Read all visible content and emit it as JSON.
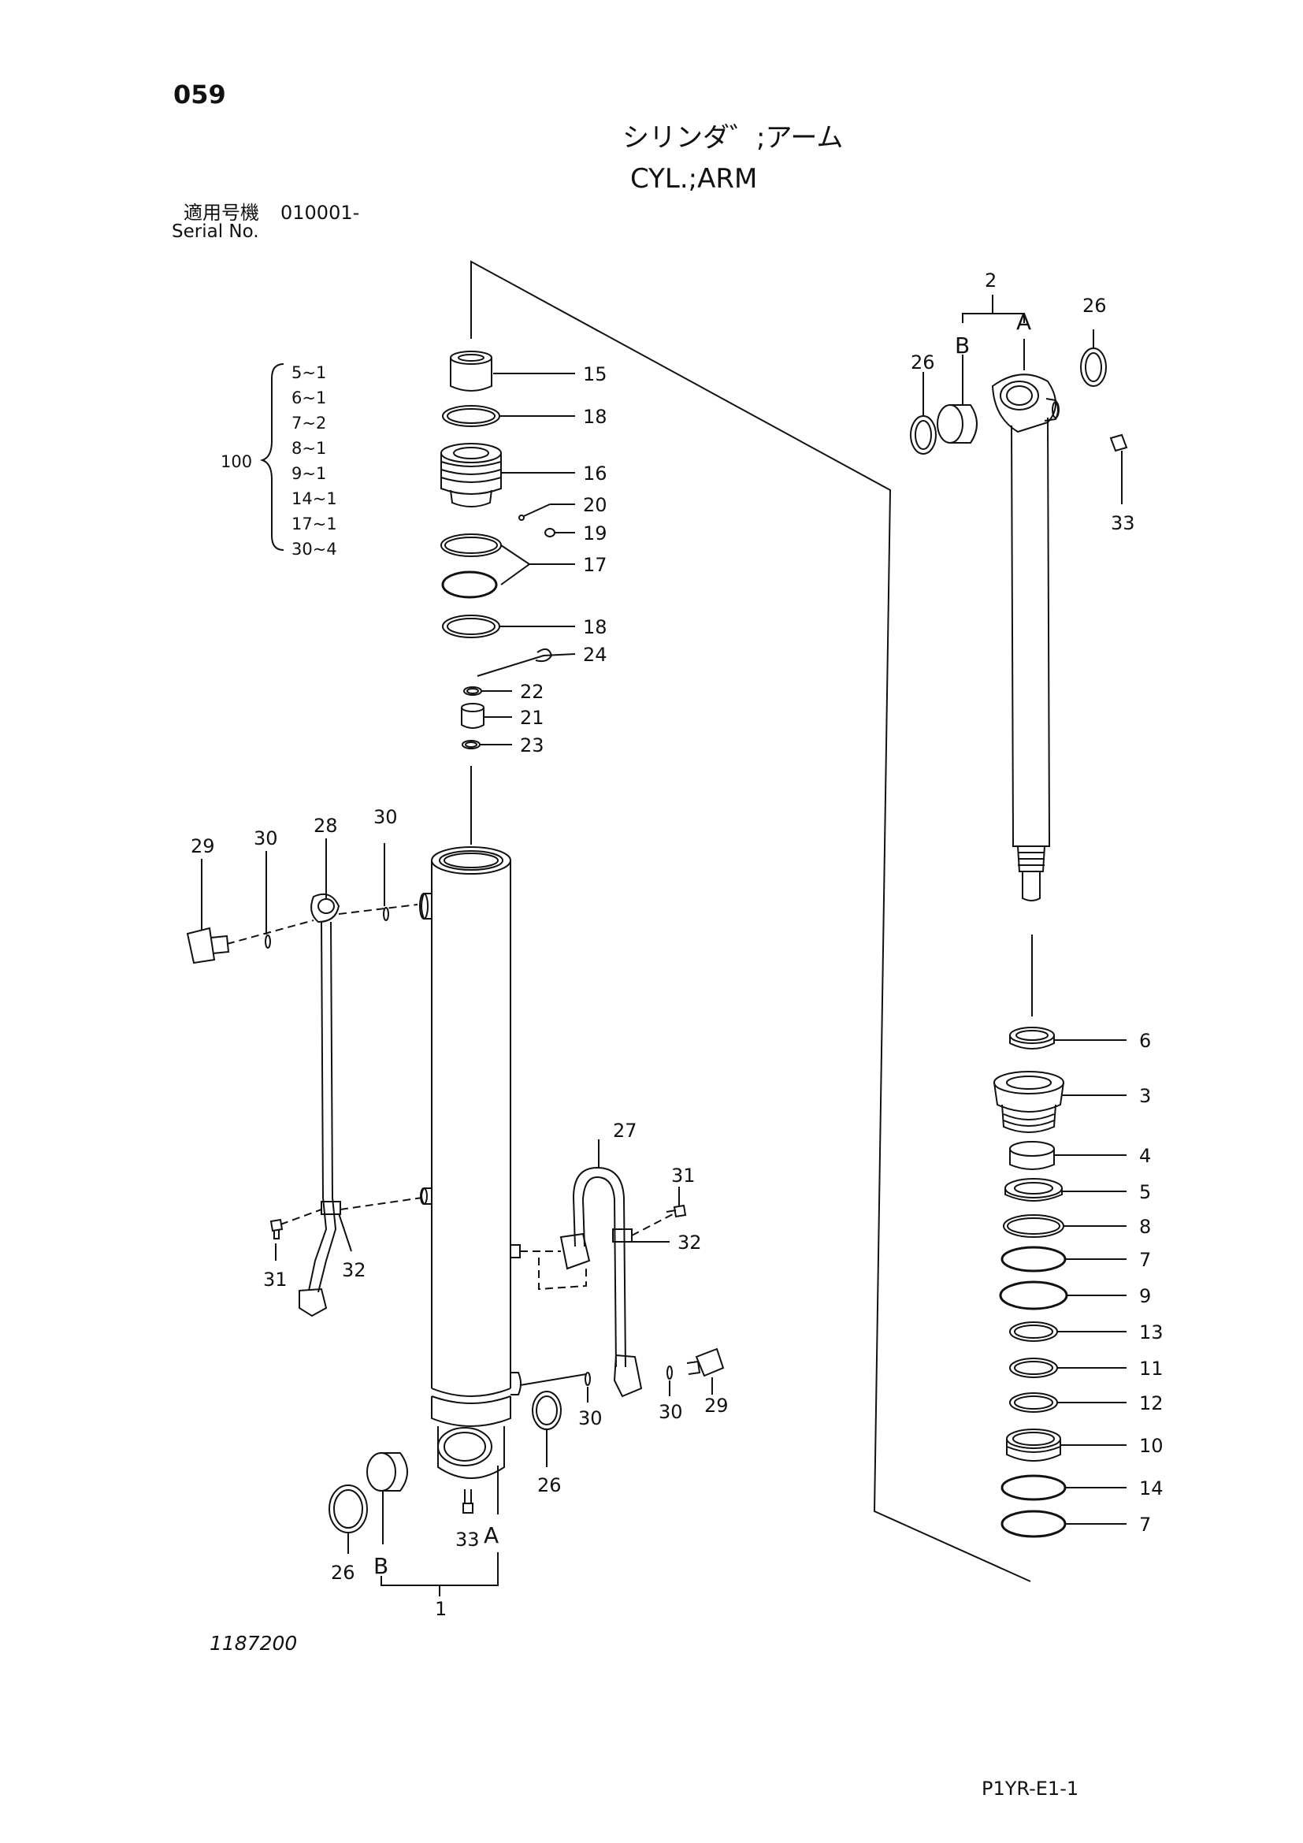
{
  "header": {
    "page_number": "059",
    "title_jp": "シリンダ゛;アーム",
    "title_en": "CYL.;ARM",
    "serial_label_jp": "適用号機",
    "serial_label_en": "Serial No.",
    "serial_value": "010001-"
  },
  "kit": {
    "label": "100",
    "items": [
      "5~1",
      "6~1",
      "7~2",
      "8~1",
      "9~1",
      "14~1",
      "17~1",
      "30~4"
    ]
  },
  "callouts": {
    "upper": [
      "15",
      "18",
      "16",
      "20",
      "19",
      "17",
      "18",
      "24",
      "22",
      "21",
      "23"
    ],
    "rod_stack": [
      "6",
      "3",
      "4",
      "5",
      "8",
      "7",
      "9",
      "13",
      "11",
      "12",
      "10",
      "14",
      "7"
    ],
    "rod_top": [
      "2",
      "26",
      "26",
      "33"
    ],
    "rod_letters": [
      "A",
      "B"
    ],
    "left_pipe": [
      "29",
      "30",
      "28",
      "30",
      "31",
      "32"
    ],
    "right_pipe": [
      "27",
      "31",
      "32",
      "30",
      "30",
      "29"
    ],
    "bottom": [
      "26",
      "26",
      "33",
      "1"
    ],
    "bottom_letters": [
      "A",
      "B"
    ]
  },
  "footer": {
    "drawing_number": "1187200",
    "page_code": "P1YR-E1-1"
  }
}
